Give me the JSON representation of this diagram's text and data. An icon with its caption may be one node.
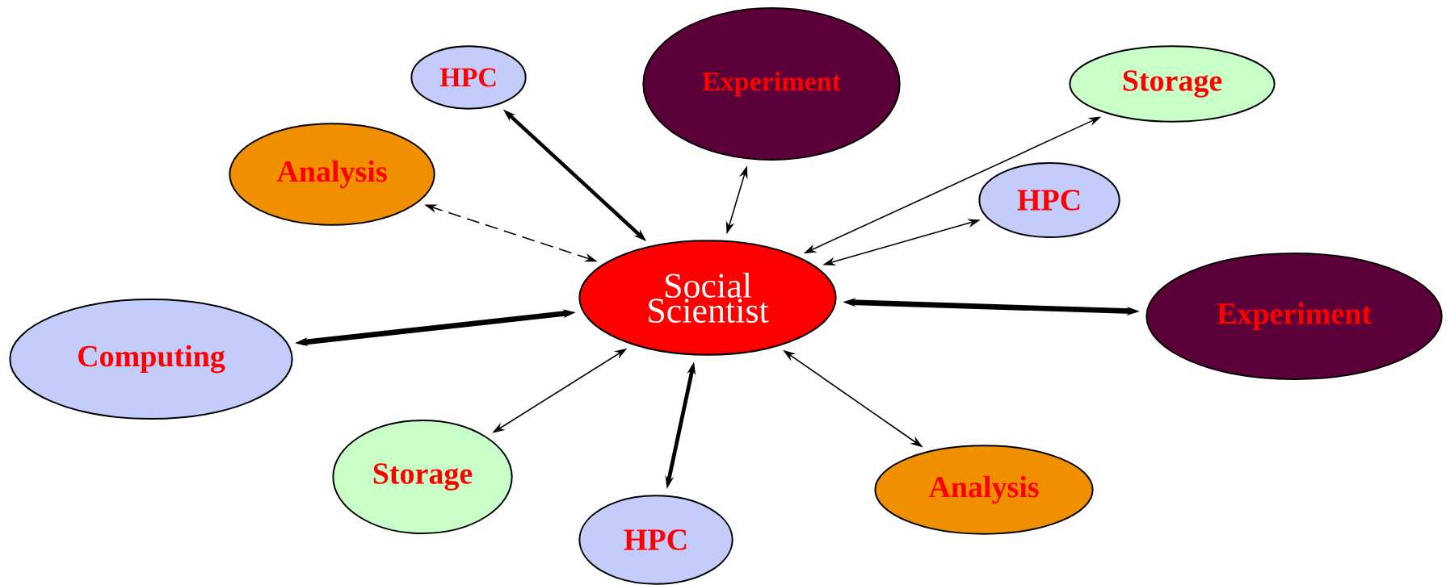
{
  "diagram": {
    "nodes": [
      {
        "text": [
          "Social Scientist"
        ]
      },
      {
        "text": [
          "HPC"
        ]
      },
      {
        "text": [
          "Experiment"
        ]
      },
      {
        "text": [
          "Storage"
        ]
      },
      {
        "text": [
          "Analysis"
        ]
      },
      {
        "text": [
          "HPC"
        ]
      },
      {
        "text": [
          "Computing"
        ]
      },
      {
        "text": [
          "Experiment"
        ]
      },
      {
        "text": [
          "Storage"
        ]
      },
      {
        "text": [
          "Analysis"
        ]
      },
      {
        "text": [
          "HPC"
        ]
      }
    ],
    "edges": [
      {
        "from": 0,
        "to": 1,
        "arrow": "both",
        "style": "thick"
      },
      {
        "from": 0,
        "to": 2,
        "arrow": "both"
      },
      {
        "from": 0,
        "to": 3,
        "arrow": "both"
      },
      {
        "from": 0,
        "to": 4,
        "arrow": "both",
        "style": "dashed"
      },
      {
        "from": 0,
        "to": 5,
        "arrow": "both"
      },
      {
        "from": 0,
        "to": 6,
        "arrow": "both",
        "style": "thick"
      },
      {
        "from": 0,
        "to": 7,
        "arrow": "both",
        "style": "thick"
      },
      {
        "from": 0,
        "to": 8,
        "arrow": "both"
      },
      {
        "from": 0,
        "to": 9,
        "arrow": "both"
      },
      {
        "from": 0,
        "to": 10,
        "arrow": "both",
        "style": "thick"
      }
    ]
  }
}
